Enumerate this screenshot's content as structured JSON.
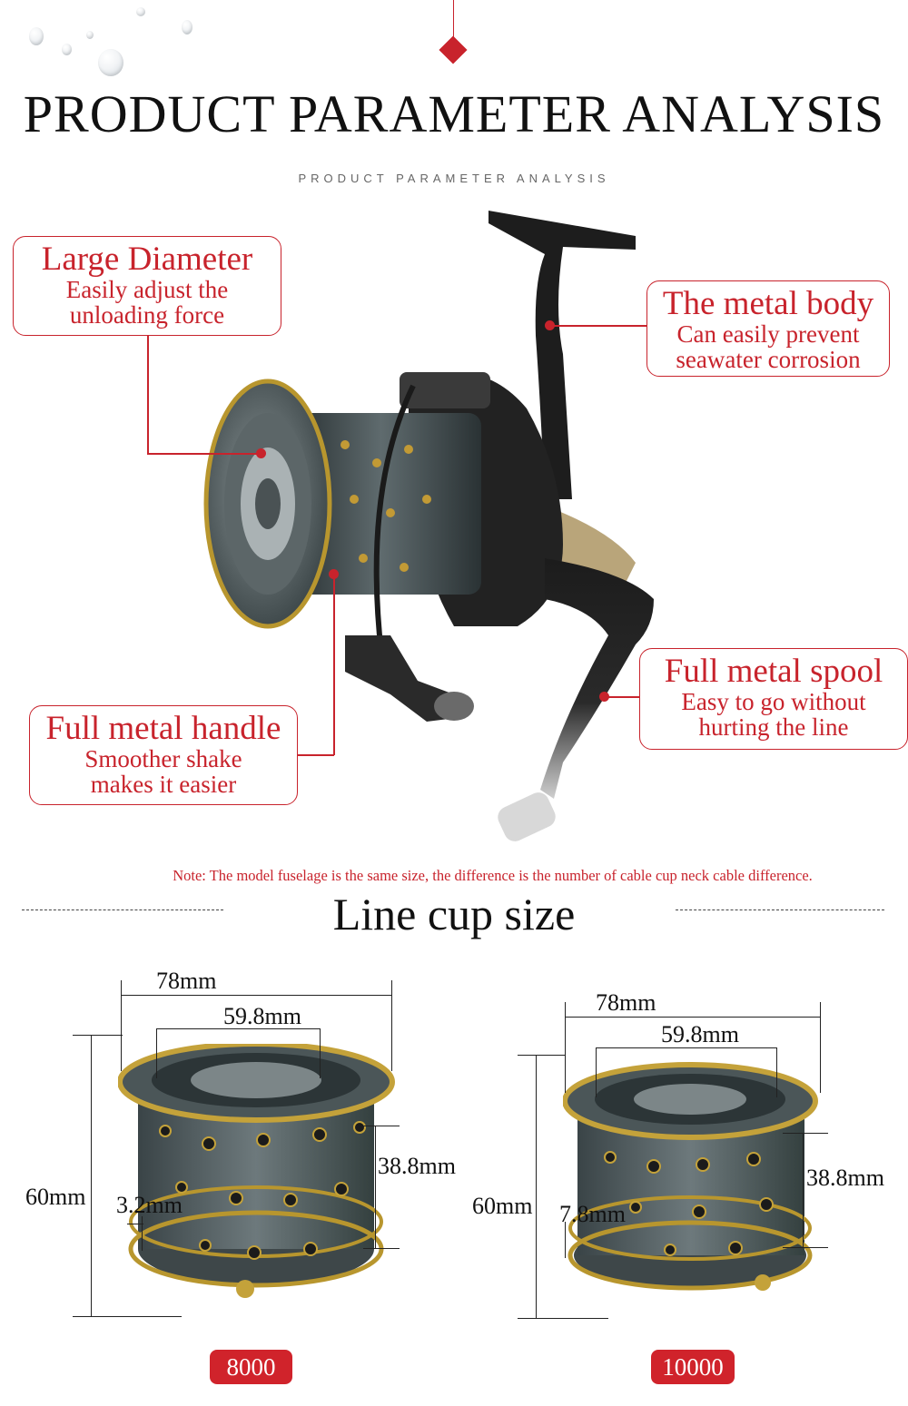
{
  "header": {
    "title": "PRODUCT PARAMETER ANALYSIS",
    "subtitle": "PRODUCT PARAMETER ANALYSIS"
  },
  "features": {
    "large_diameter": {
      "title": "Large Diameter",
      "line1": "Easily adjust the",
      "line2": "unloading force"
    },
    "metal_body": {
      "title": "The metal body",
      "line1": "Can easily prevent",
      "line2": "seawater corrosion"
    },
    "metal_spool": {
      "title": "Full metal spool",
      "line1": "Easy to go without",
      "line2": "hurting the line"
    },
    "metal_handle": {
      "title": "Full metal handle",
      "line1": "Smoother shake",
      "line2": "makes it easier"
    }
  },
  "note": "Note: The model fuselage is the same size, the difference is the number of cable cup neck cable difference.",
  "section_title": "Line cup size",
  "spools": [
    {
      "model": "8000",
      "outer_diameter": "78mm",
      "inner_diameter": "59.8mm",
      "height": "60mm",
      "cup_depth": "38.8mm",
      "lip": "3.2mm"
    },
    {
      "model": "10000",
      "outer_diameter": "78mm",
      "inner_diameter": "59.8mm",
      "height": "60mm",
      "cup_depth": "38.8mm",
      "lip": "7.8mm"
    }
  ],
  "colors": {
    "accent_red": "#c8232c",
    "badge_red": "#d0232b",
    "spool_body": "#4a5557",
    "gold_trim": "#b8962e"
  }
}
